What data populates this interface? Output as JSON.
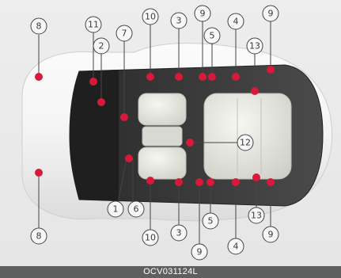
{
  "caption": "OCV031124L",
  "callouts": [
    {
      "id": "c8-top",
      "label": "8"
    },
    {
      "id": "c11",
      "label": "11"
    },
    {
      "id": "c2",
      "label": "2"
    },
    {
      "id": "c7",
      "label": "7"
    },
    {
      "id": "c10-top",
      "label": "10"
    },
    {
      "id": "c3-top",
      "label": "3"
    },
    {
      "id": "c9-top-a",
      "label": "9"
    },
    {
      "id": "c5-top",
      "label": "5"
    },
    {
      "id": "c4-top",
      "label": "4"
    },
    {
      "id": "c9-top-b",
      "label": "9"
    },
    {
      "id": "c13-top",
      "label": "13"
    },
    {
      "id": "c12",
      "label": "12"
    },
    {
      "id": "c1",
      "label": "1"
    },
    {
      "id": "c6",
      "label": "6"
    },
    {
      "id": "c8-bottom",
      "label": "8"
    },
    {
      "id": "c10-bottom",
      "label": "10"
    },
    {
      "id": "c3-bottom",
      "label": "3"
    },
    {
      "id": "c9-bottom-a",
      "label": "9"
    },
    {
      "id": "c5-bottom",
      "label": "5"
    },
    {
      "id": "c4-bottom",
      "label": "4"
    },
    {
      "id": "c13-bottom",
      "label": "13"
    },
    {
      "id": "c9-bottom-b",
      "label": "9"
    }
  ],
  "colors": {
    "marker": "#d8193a",
    "car_body": "#f3f3f3",
    "interior": "#3b3b3b",
    "caption_bar": "#5f5f5f"
  }
}
